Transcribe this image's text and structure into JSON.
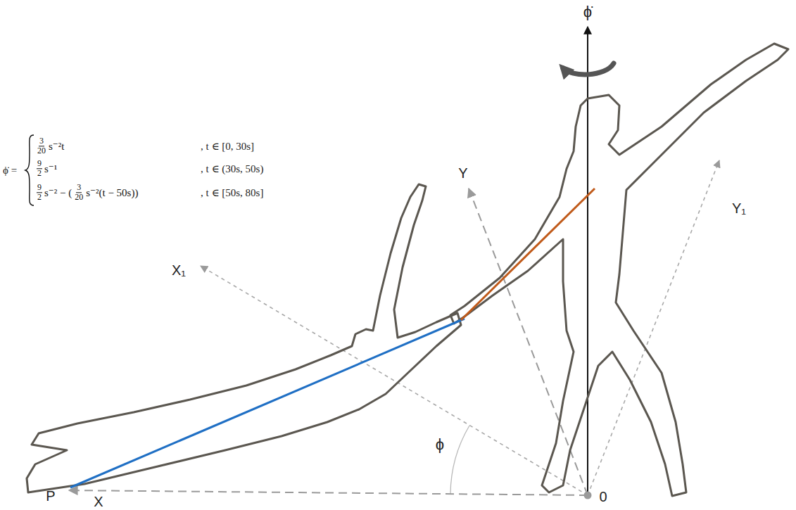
{
  "diagram": {
    "labels": [
      "ϕ̇ =",
      "3",
      "20",
      "s⁻²t",
      ", t ∈ [0, 30s]",
      "9",
      "2",
      "s⁻¹",
      ", t ∈ (30s, 50s)",
      "9",
      "2",
      "s⁻² − (",
      "3",
      "20",
      "s⁻²(t − 50s))",
      ", t ∈ [50s, 80s]",
      "ϕ̇",
      "Y",
      "Y₁",
      "X₁",
      "ϕ",
      "P",
      "X",
      "0"
    ]
  }
}
